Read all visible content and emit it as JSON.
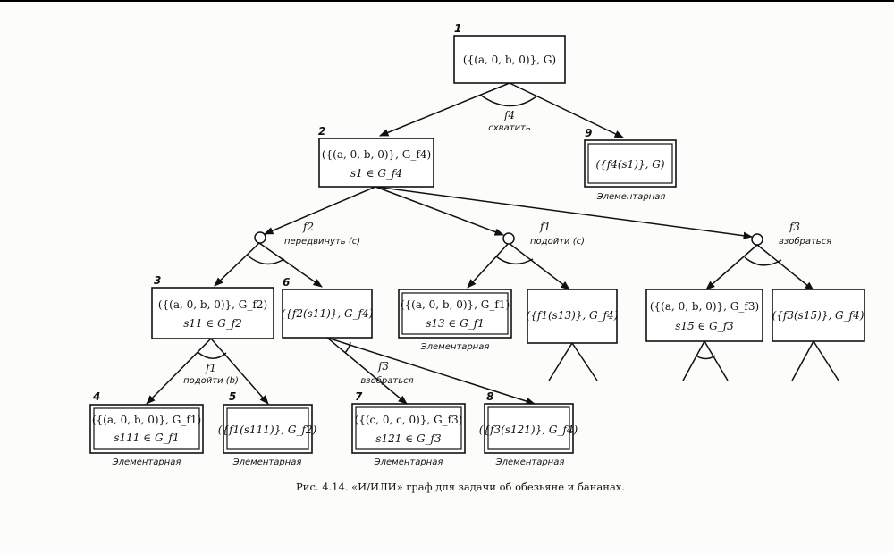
{
  "caption": "Рис. 4.14. «И/ИЛИ» граф для задачи об обезьяне и бананах.",
  "elementary_label": "Элементарная",
  "nodes": {
    "n1": {
      "num": "1",
      "line1": "({(a, 0, b, 0)}, G)",
      "line2": ""
    },
    "n2": {
      "num": "2",
      "line1": "({(a, 0, b, 0)}, G_f4)",
      "line2": "s1 ∈ G_f4"
    },
    "n9": {
      "num": "9",
      "line1": "({f4(s1)}, G)",
      "line2": ""
    },
    "n3": {
      "num": "3",
      "line1": "({(a, 0, b, 0)}, G_f2)",
      "line2": "s11 ∈ G_f2"
    },
    "n6": {
      "num": "6",
      "line1": "({f2(s11)}, G_f4)",
      "line2": ""
    },
    "n13": {
      "num": "",
      "line1": "({(a, 0, b, 0)}, G_f1)",
      "line2": "s13 ∈ G_f1"
    },
    "n14": {
      "num": "",
      "line1": "({f1(s13)}, G_f4)",
      "line2": ""
    },
    "n15": {
      "num": "",
      "line1": "({(a, 0, b, 0)}, G_f3)",
      "line2": "s15 ∈ G_f3"
    },
    "n16": {
      "num": "",
      "line1": "({f3(s15)}, G_f4)",
      "line2": ""
    },
    "n4": {
      "num": "4",
      "line1": "({(a, 0, b, 0)}, G_f1)",
      "line2": "s111 ∈ G_f1"
    },
    "n5": {
      "num": "5",
      "line1": "({f1(s111)}, G_f2)",
      "line2": ""
    },
    "n7": {
      "num": "7",
      "line1": "({(c, 0, c, 0)}, G_f3)",
      "line2": "s121 ∈ G_f3"
    },
    "n8": {
      "num": "8",
      "line1": "({f3(s121)}, G_f4)",
      "line2": ""
    }
  },
  "operators": {
    "f4": {
      "name": "f4",
      "action": "схватить"
    },
    "f2": {
      "name": "f2",
      "action": "передвинуть (c)"
    },
    "f1c": {
      "name": "f1",
      "action": "подойти (c)"
    },
    "f3a": {
      "name": "f3",
      "action": "взобраться"
    },
    "f1b": {
      "name": "f1",
      "action": "подойти (b)"
    },
    "f3b": {
      "name": "f3",
      "action": "взобраться"
    }
  }
}
